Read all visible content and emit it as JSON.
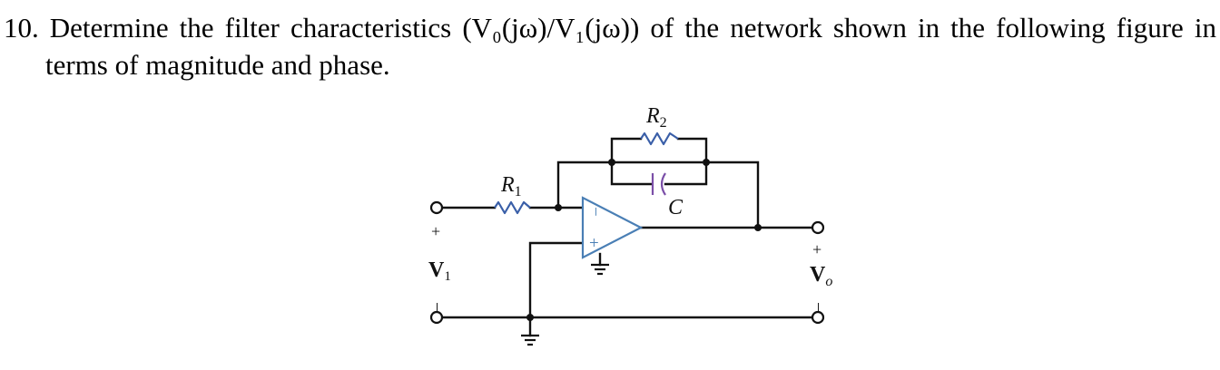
{
  "problem": {
    "number": "10.",
    "text_line1": "Determine the filter characteristics (V₀(jω)/V₁(jω)) of the network shown in the following figure in",
    "text_line2": "terms of magnitude and phase."
  },
  "circuit": {
    "R1": {
      "letter": "R",
      "sub": "1"
    },
    "R2": {
      "letter": "R",
      "sub": "2"
    },
    "C": {
      "letter": "C"
    },
    "input": {
      "plus": "+",
      "minus": "−",
      "letter": "V",
      "sub": "1"
    },
    "output": {
      "plus": "+",
      "minus": "−",
      "letter": "V",
      "sub": "o"
    },
    "opamp": {
      "inv": "−",
      "noninv": "+"
    },
    "colors": {
      "wire": "#111111",
      "resistor": "#3a5fa8",
      "capacitor": "#7b4fa8",
      "opamp": "#4a7fb5"
    }
  }
}
